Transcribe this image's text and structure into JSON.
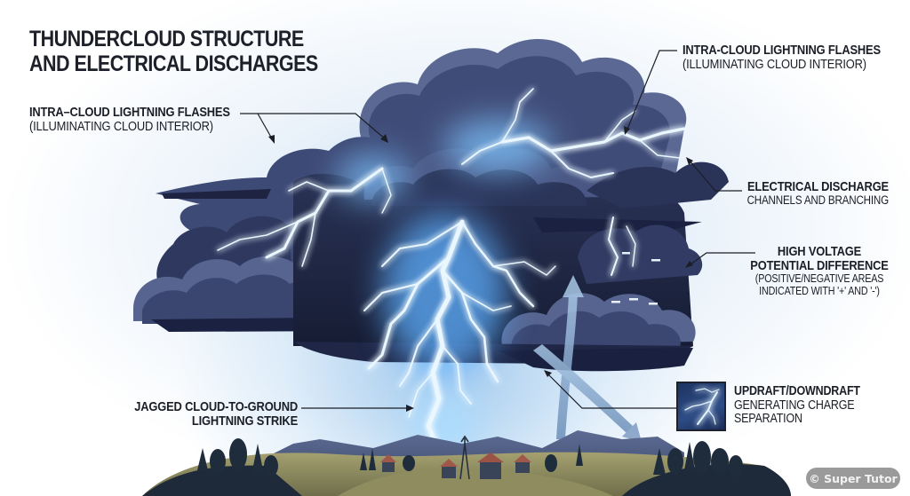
{
  "title": {
    "line1": "THUNDERCLOUD STRUCTURE",
    "line2": "AND ELECTRICAL DISCHARGES"
  },
  "labels": {
    "intra_cloud_left": {
      "heading": "INTRA–CLOUD LIGHTNING FLASHES",
      "sub": "(ILLUMINATING CLOUD INTERIOR)"
    },
    "intra_cloud_right": {
      "heading": "INTRA-CLOUD LIGHTNING FLASHES",
      "sub": "(ILLUMINATING CLOUD INTERIOR)"
    },
    "electrical_discharge": {
      "heading": "ELECTRICAL DISCHARGE",
      "sub": "CHANNELS AND BRANCHING"
    },
    "high_voltage": {
      "heading_line1": "HIGH VOLTAGE",
      "heading_line2": "POTENTIAL DIFFERENCE",
      "sub_line1": "(POSITIVE/NEGATIVE AREAS",
      "sub_line2": "INDICATED WITH '+' AND '-')"
    },
    "cloud_to_ground": {
      "line1": "JAGGED CLOUD-TO-GROUND",
      "line2": "LIGHTNING STRIKE"
    },
    "updraft": {
      "heading": "UPDRAFT/DOWNDRAFT",
      "sub_line1": "GENERATING CHARGE",
      "sub_line2": "SEPARATION"
    }
  },
  "charge_markers": [
    "−",
    "−",
    "−",
    "−",
    "−"
  ],
  "watermark": "© Super Tutor",
  "colors": {
    "cloud_dark": "#1f2642",
    "cloud_mid": "#3b4670",
    "cloud_light": "#6c7aa6",
    "lightning": "#e9f6ff",
    "lightning_glow": "#62b6ff",
    "text": "#1b1e26",
    "ground_dark": "#1e2a3a",
    "ground_field": "#8c8a5e"
  }
}
